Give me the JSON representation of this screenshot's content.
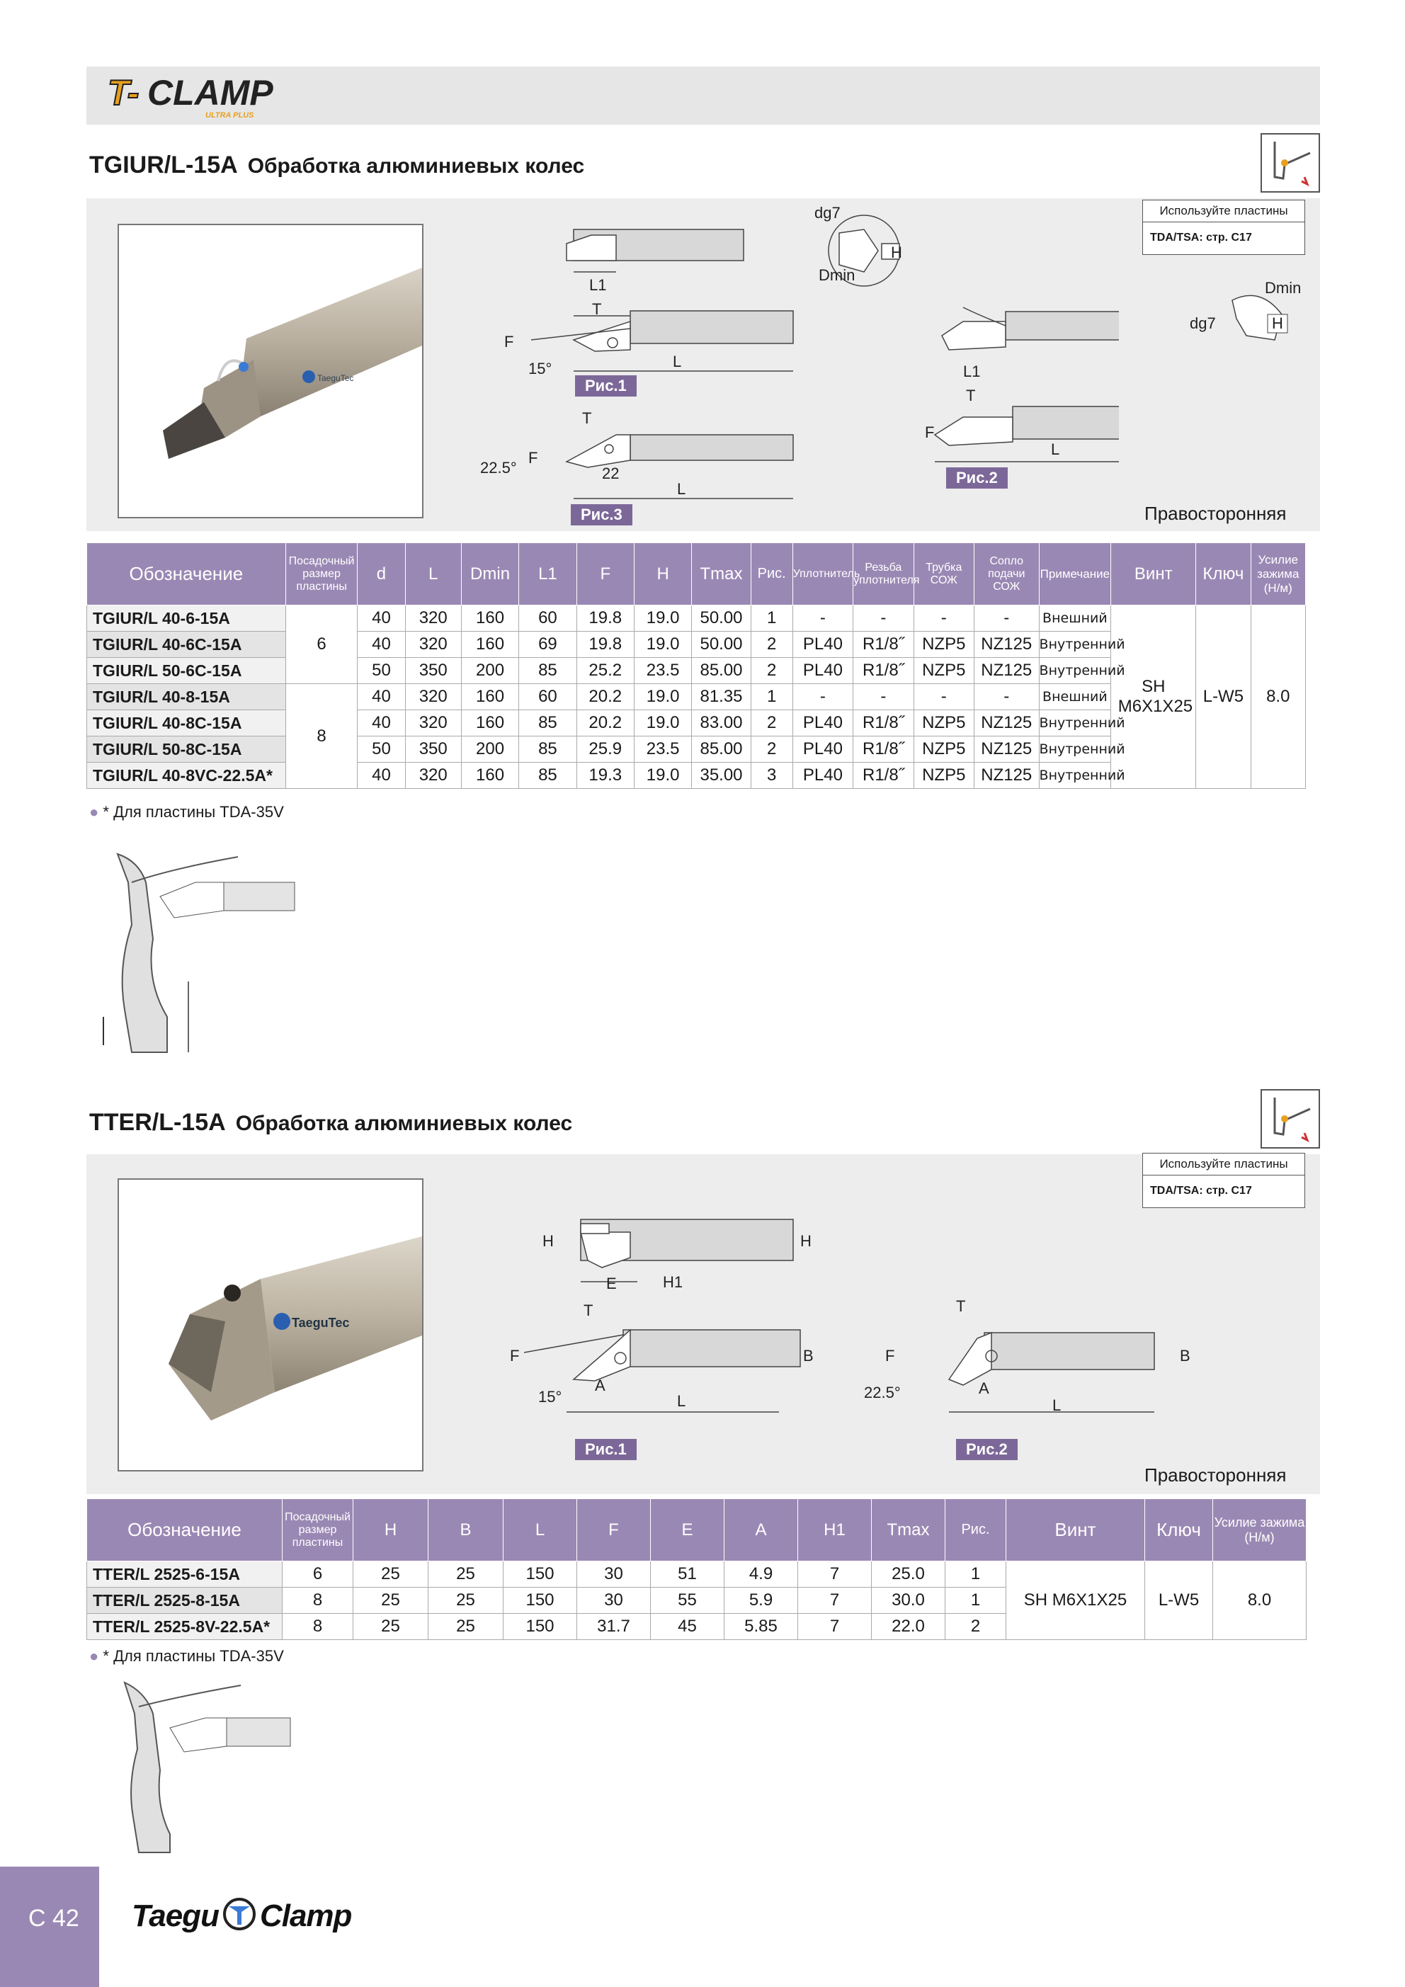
{
  "header": {
    "logo_text": "T-CLAMP",
    "logo_sub": "ULTRA PLUS"
  },
  "section1": {
    "code": "TGIUR/L-15A",
    "desc": "Обработка алюминиевых колес",
    "use_inserts_label": "Используйте пластины",
    "use_inserts_value": "TDA/TSA:  стр. C17",
    "photo_brand": "TaeguTec",
    "fig_labels": [
      "Рис.1",
      "Рис.2",
      "Рис.3"
    ],
    "dim_labels": {
      "dg7": "dg7",
      "dmin": "Dmin",
      "h": "H",
      "l1": "L1",
      "t": "T",
      "f": "F",
      "l": "L",
      "angle15": "15°",
      "angle225": "22.5°",
      "d22": "22"
    },
    "hand_label": "Правосторонняя",
    "table": {
      "headers": [
        "Обозначение",
        "Посадочный размер пластины",
        "d",
        "L",
        "Dmin",
        "L1",
        "F",
        "H",
        "Tmax",
        "Рис.",
        "Уплотнитель",
        "Резьба уплотнителя",
        "Трубка СОЖ",
        "Сопло подачи СОЖ",
        "Примечание",
        "Винт",
        "Ключ",
        "Усилие зажима (Н/м)"
      ],
      "rows": [
        [
          "TGIUR/L 40-6-15A",
          "40",
          "320",
          "160",
          "60",
          "19.8",
          "19.0",
          "50.00",
          "1",
          "-",
          "-",
          "-",
          "-",
          "Внешний"
        ],
        [
          "TGIUR/L 40-6C-15A",
          "40",
          "320",
          "160",
          "69",
          "19.8",
          "19.0",
          "50.00",
          "2",
          "PL40",
          "R1/8˝",
          "NZP5",
          "NZ125",
          "Внутренний"
        ],
        [
          "TGIUR/L 50-6C-15A",
          "50",
          "350",
          "200",
          "85",
          "25.2",
          "23.5",
          "85.00",
          "2",
          "PL40",
          "R1/8˝",
          "NZP5",
          "NZ125",
          "Внутренний"
        ],
        [
          "TGIUR/L 40-8-15A",
          "40",
          "320",
          "160",
          "60",
          "20.2",
          "19.0",
          "81.35",
          "1",
          "-",
          "-",
          "-",
          "-",
          "Внешний"
        ],
        [
          "TGIUR/L 40-8C-15A",
          "40",
          "320",
          "160",
          "85",
          "20.2",
          "19.0",
          "83.00",
          "2",
          "PL40",
          "R1/8˝",
          "NZP5",
          "NZ125",
          "Внутренний"
        ],
        [
          "TGIUR/L 50-8C-15A",
          "50",
          "350",
          "200",
          "85",
          "25.9",
          "23.5",
          "85.00",
          "2",
          "PL40",
          "R1/8˝",
          "NZP5",
          "NZ125",
          "Внутренний"
        ],
        [
          "TGIUR/L 40-8VC-22.5A*",
          "40",
          "320",
          "160",
          "85",
          "19.3",
          "19.0",
          "35.00",
          "3",
          "PL40",
          "R1/8˝",
          "NZP5",
          "NZ125",
          "Внутренний"
        ]
      ],
      "seat_sizes": [
        "6",
        "8"
      ],
      "screw": "SH M6X1X25",
      "key": "L-W5",
      "torque": "8.0"
    },
    "footnote": "* Для пластины TDA-35V"
  },
  "section2": {
    "code": "TTER/L-15A",
    "desc": "Обработка алюминиевых колес",
    "use_inserts_label": "Используйте пластины",
    "use_inserts_value": "TDA/TSA:  стр. C17",
    "photo_brand": "TaeguTec",
    "fig_labels": [
      "Рис.1",
      "Рис.2"
    ],
    "dim_labels": {
      "h": "H",
      "e": "E",
      "h1": "H1",
      "t": "T",
      "f": "F",
      "b": "B",
      "a": "A",
      "l": "L",
      "angle15": "15°",
      "angle225": "22.5°"
    },
    "hand_label": "Правосторонняя",
    "table": {
      "headers": [
        "Обозначение",
        "Посадочный размер пластины",
        "H",
        "B",
        "L",
        "F",
        "E",
        "A",
        "H1",
        "Tmax",
        "Рис.",
        "Винт",
        "Ключ",
        "Усилие зажима (Н/м)"
      ],
      "rows": [
        [
          "TTER/L 2525-6-15A",
          "6",
          "25",
          "25",
          "150",
          "30",
          "51",
          "4.9",
          "7",
          "25.0",
          "1"
        ],
        [
          "TTER/L 2525-8-15A",
          "8",
          "25",
          "25",
          "150",
          "30",
          "55",
          "5.9",
          "7",
          "30.0",
          "1"
        ],
        [
          "TTER/L 2525-8V-22.5A*",
          "8",
          "25",
          "25",
          "150",
          "31.7",
          "45",
          "5.85",
          "7",
          "22.0",
          "2"
        ]
      ],
      "screw": "SH M6X1X25",
      "key": "L-W5",
      "torque": "8.0"
    },
    "footnote": "* Для пластины TDA-35V"
  },
  "footer": {
    "page": "C 42",
    "brand": "Taegu",
    "brand2": "Clamp"
  },
  "colors": {
    "accent": "#9a88b4",
    "panel": "#ededed",
    "header_bar": "#e6e6e6",
    "logo_orange": "#e8a01c"
  }
}
